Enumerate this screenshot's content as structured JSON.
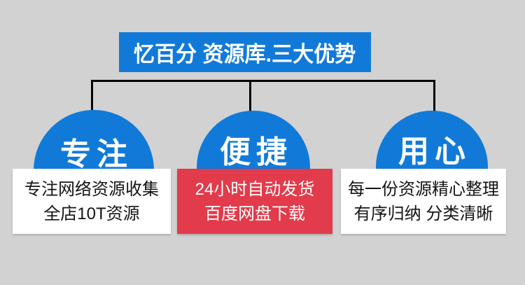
{
  "colors": {
    "background": "#d2d2d2",
    "blue": "#117ad9",
    "red": "#e23b4b",
    "line": "#000000",
    "box_bg": "#ffffff",
    "box_text": "#141414",
    "white": "#ffffff"
  },
  "header": {
    "title": "忆百分 资源库.三大优势"
  },
  "advantages": [
    {
      "label": "专注",
      "highlight": false,
      "detail_lines": [
        "专注网络资源收集",
        "全店10T资源"
      ]
    },
    {
      "label": "便捷",
      "highlight": true,
      "detail_lines": [
        "24小时自动发货",
        "百度网盘下载"
      ]
    },
    {
      "label": "用心",
      "highlight": false,
      "detail_lines": [
        "每一份资源精心整理",
        "有序归纳 分类清晰"
      ]
    }
  ]
}
